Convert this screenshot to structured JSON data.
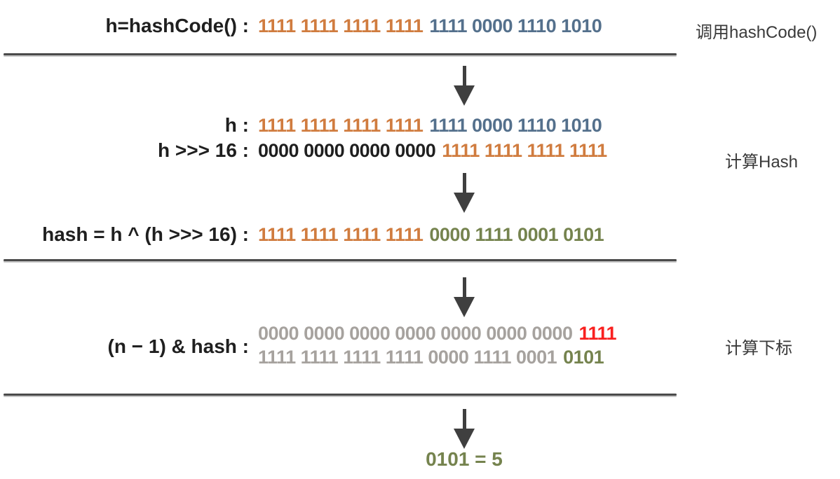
{
  "colors": {
    "black": "#1f1f1f",
    "orange": "#d07c3f",
    "blue": "#54708c",
    "olive": "#75834e",
    "red": "#f9201f",
    "gray": "#a6a29e",
    "line": "#4a4a4a",
    "arrow": "#3f3f3f",
    "side_label": "#3a3a3a"
  },
  "steps": {
    "call": {
      "label": "h=hashCode() :",
      "groups": [
        {
          "text": "1111 1111 1111 1111",
          "color": "orange"
        },
        {
          "text": "1111 0000 1110 1010",
          "color": "blue"
        }
      ],
      "side_label": "调用hashCode()"
    },
    "h_row": {
      "label": "h :",
      "groups": [
        {
          "text": "1111 1111 1111 1111",
          "color": "orange"
        },
        {
          "text": "1111 0000 1110 1010",
          "color": "blue"
        }
      ]
    },
    "shift_row": {
      "label": "h >>> 16 :",
      "groups": [
        {
          "text": "0000 0000 0000 0000",
          "color": "black"
        },
        {
          "text": "1111 1111 1111 1111",
          "color": "orange"
        }
      ],
      "side_label": "计算Hash"
    },
    "xor_row": {
      "label": "hash = h ^ (h >>> 16) :",
      "groups": [
        {
          "text": "1111 1111 1111 1111",
          "color": "orange"
        },
        {
          "text": "0000 1111 0001 0101",
          "color": "olive"
        }
      ]
    },
    "and_block": {
      "label": "(n − 1) & hash :",
      "row1": [
        {
          "text": "0000 0000 0000 0000 0000 0000 0000",
          "color": "gray"
        },
        {
          "text": "1111",
          "color": "red"
        }
      ],
      "row2": [
        {
          "text": "1111 1111 1111 1111 0000 1111 0001",
          "color": "gray"
        },
        {
          "text": "0101",
          "color": "olive"
        }
      ],
      "side_label": "计算下标"
    },
    "result": {
      "text": "0101 = 5",
      "color": "olive"
    }
  }
}
